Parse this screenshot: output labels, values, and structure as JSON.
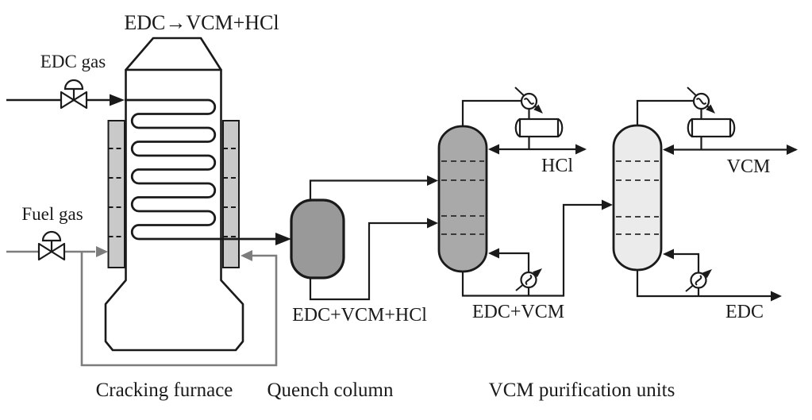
{
  "diagram": {
    "title": "EDC→VCM+HCl",
    "feeds": {
      "edc_gas": "EDC gas",
      "fuel_gas": "Fuel gas"
    },
    "streams": {
      "quench_effluent": "EDC+VCM+HCl",
      "hcl_overhead": "HCl",
      "column1_bottoms": "EDC+VCM",
      "vcm_overhead": "VCM",
      "edc_bottoms": "EDC"
    },
    "equipment_captions": {
      "furnace": "Cracking furnace",
      "quench": "Quench column",
      "purification": "VCM purification units"
    },
    "colors": {
      "line": "#1a1a1a",
      "pipe_gray": "#7d7d7d",
      "furnace_wall_fill": "#c9c9c9",
      "quench_fill": "#999999",
      "column1_fill": "#a9a9a9",
      "column2_fill": "#ebebeb"
    }
  }
}
